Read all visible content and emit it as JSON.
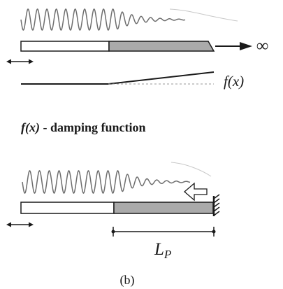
{
  "diagram": {
    "top": {
      "function_label": "f(x)",
      "infinity_symbol": "∞"
    },
    "caption_line": {
      "function_name": "f(x)",
      "description": " - damping function"
    },
    "bottom": {
      "length_label": "L",
      "length_subscript": "P"
    },
    "panel_label": "(b)"
  },
  "colors": {
    "stroke": "#1a1a1a",
    "wave": "#6e6e6e",
    "wave_faint": "#a8a8a8",
    "shade": "#aaaaaa",
    "dashed": "#999999"
  }
}
